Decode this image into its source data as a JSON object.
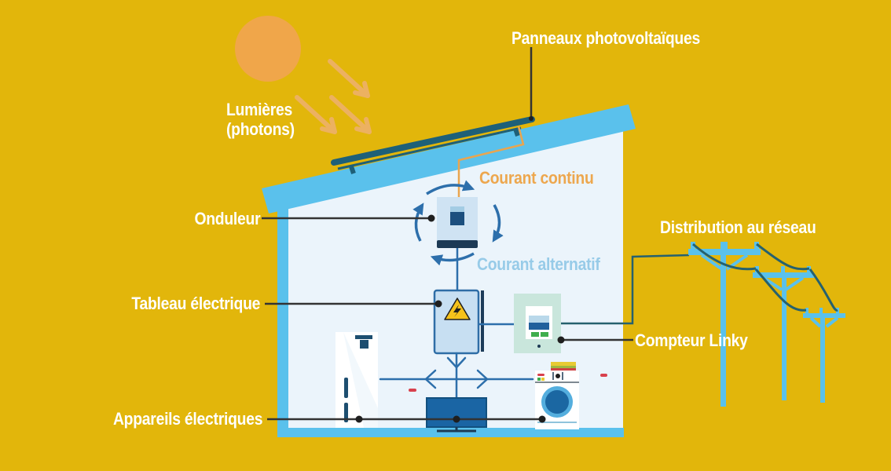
{
  "labels": {
    "panels": "Panneaux photovoltaïques",
    "light_line1": "Lumières",
    "light_line2": "(photons)",
    "inverter": "Onduleur",
    "dc_current": "Courant continu",
    "ac_current": "Courant alternatif",
    "electrical_panel": "Tableau électrique",
    "meter": "Compteur Linky",
    "grid": "Distribution au réseau",
    "appliances": "Appareils électriques"
  },
  "colors": {
    "background": "#e2b60b",
    "sun_orange": "#f0a64a",
    "photon_arrow_orange": "#ecb161",
    "sky_blue": "#5ac1ec",
    "house_interior": "#ebf4fb",
    "solar_panel_teal": "#1e6078",
    "wire_blue": "#2d6fab",
    "wire_dc_orange": "#eaa54e",
    "wire_grid_teal": "#26616e",
    "dc_text_orange": "#eda74e",
    "ac_text_blue": "#97cbe8",
    "label_white": "#ffffff",
    "pointer_dark": "#333333",
    "warning_yellow": "#f6c21b",
    "device_body_blue": "#cfe3f3",
    "device_navy": "#1d3a55",
    "meter_mint": "#c9e6dc",
    "meter_bar_blue": "#20609c",
    "meter_button_green": "#3fae4d",
    "washer_ring_blue": "#54aede",
    "washer_door_blue": "#1b67a2",
    "red_accent": "#d8414d"
  }
}
